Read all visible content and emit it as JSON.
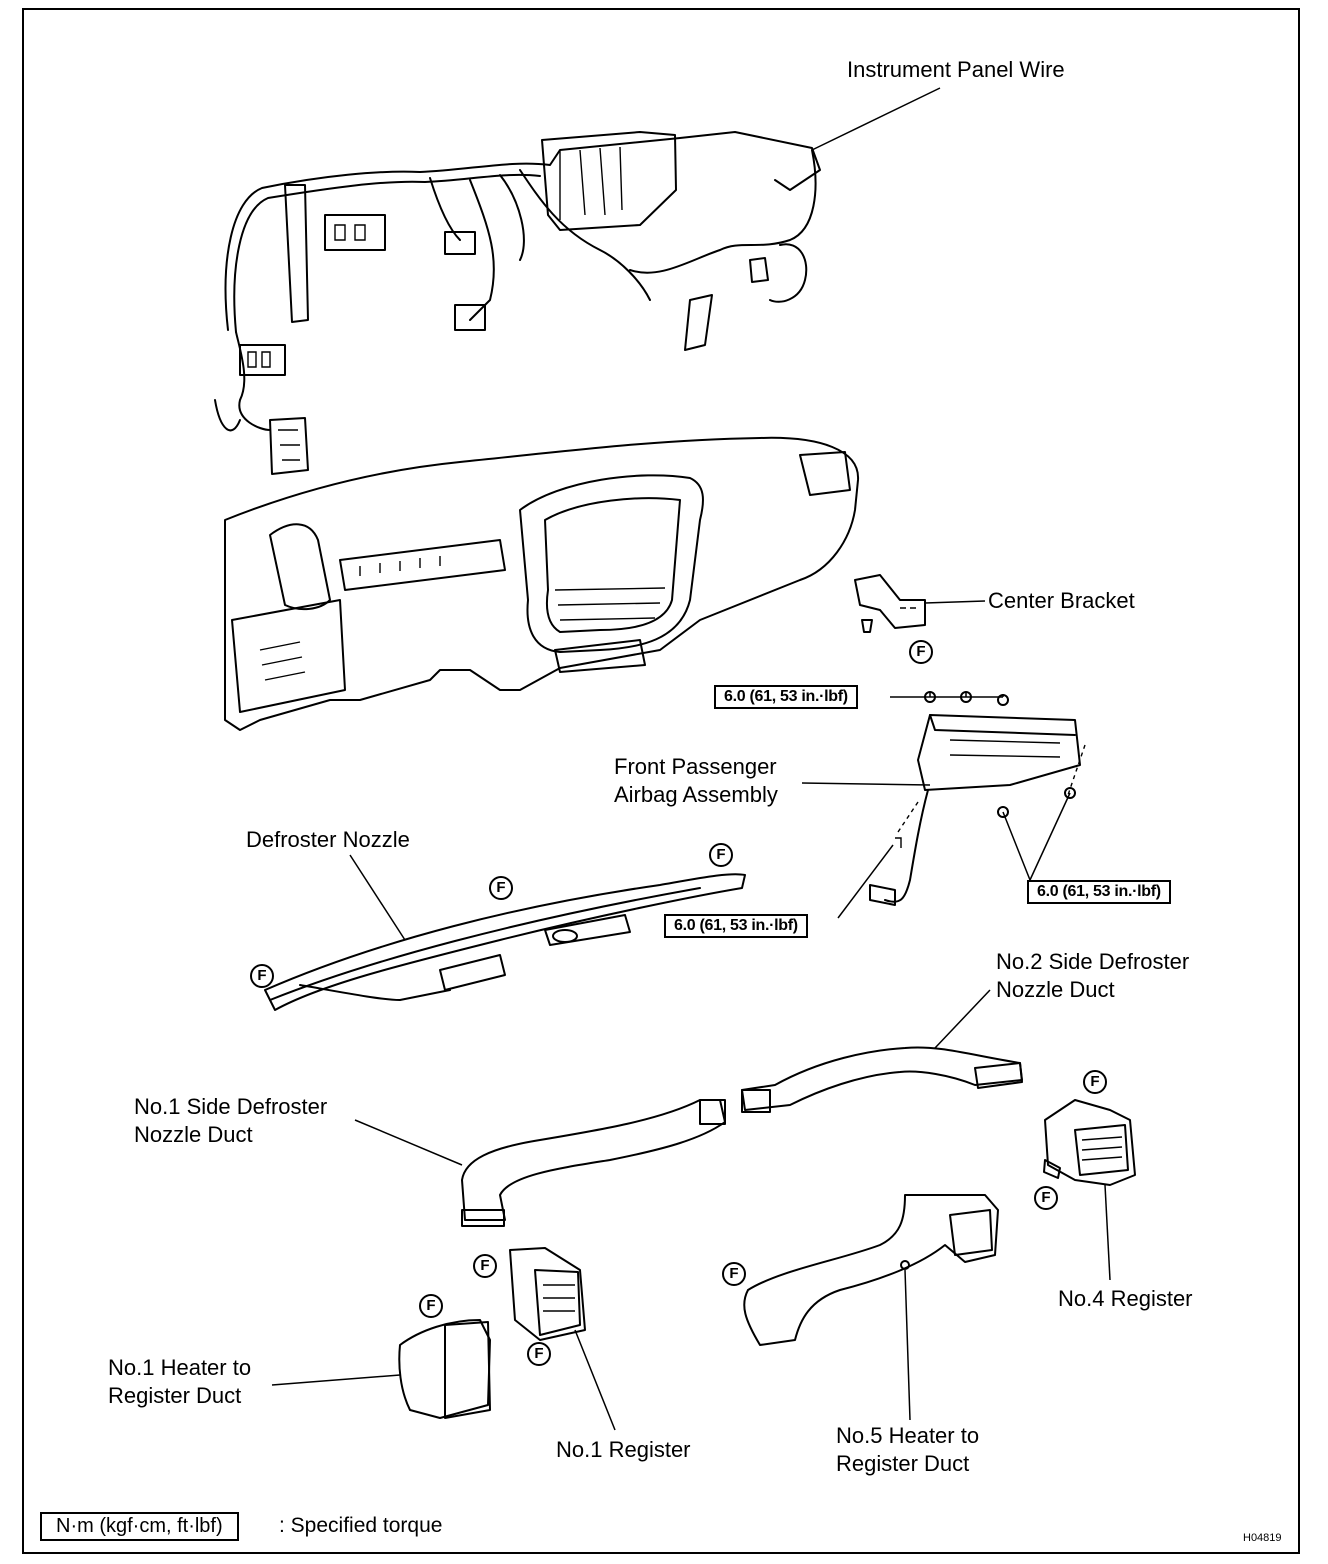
{
  "labels": {
    "instrument_panel_wire": "Instrument Panel Wire",
    "center_bracket": "Center Bracket",
    "front_passenger_airbag_1": "Front Passenger",
    "front_passenger_airbag_2": "Airbag Assembly",
    "defroster_nozzle": "Defroster Nozzle",
    "no2_side_defroster_1": "No.2 Side Defroster",
    "no2_side_defroster_2": "Nozzle Duct",
    "no1_side_defroster_1": "No.1 Side Defroster",
    "no1_side_defroster_2": "Nozzle Duct",
    "no4_register": "No.4 Register",
    "no1_heater_duct_1": "No.1 Heater to",
    "no1_heater_duct_2": "Register Duct",
    "no1_register": "No.1 Register",
    "no5_heater_duct_1": "No.5 Heater to",
    "no5_heater_duct_2": "Register Duct"
  },
  "torque": {
    "top": "6.0 (61, 53 in.·lbf)",
    "right": "6.0 (61, 53 in.·lbf)",
    "left": "6.0 (61, 53 in.·lbf)"
  },
  "clip_marker": "F",
  "legend": {
    "box": "N·m (kgf·cm, ft·lbf)",
    "text": ": Specified torque"
  },
  "figure_code": "H04819"
}
